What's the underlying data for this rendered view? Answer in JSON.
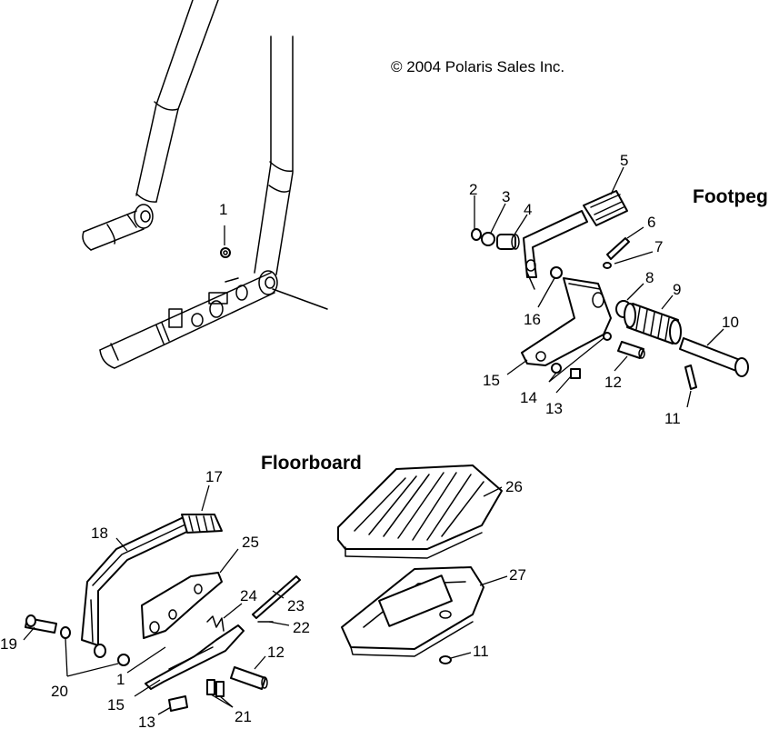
{
  "copyright": "© 2004 Polaris Sales Inc.",
  "sections": {
    "footpeg": "Footpeg",
    "floorboard": "Floorboard"
  },
  "frame_callouts": [
    "1"
  ],
  "footpeg_callouts": [
    "2",
    "3",
    "4",
    "5",
    "6",
    "7",
    "8",
    "9",
    "10",
    "11",
    "12",
    "13",
    "14",
    "15",
    "16"
  ],
  "floorboard_callouts": [
    "17",
    "18",
    "19",
    "20",
    "1",
    "25",
    "24",
    "23",
    "22",
    "12",
    "15",
    "13",
    "21",
    "26",
    "27",
    "11"
  ]
}
